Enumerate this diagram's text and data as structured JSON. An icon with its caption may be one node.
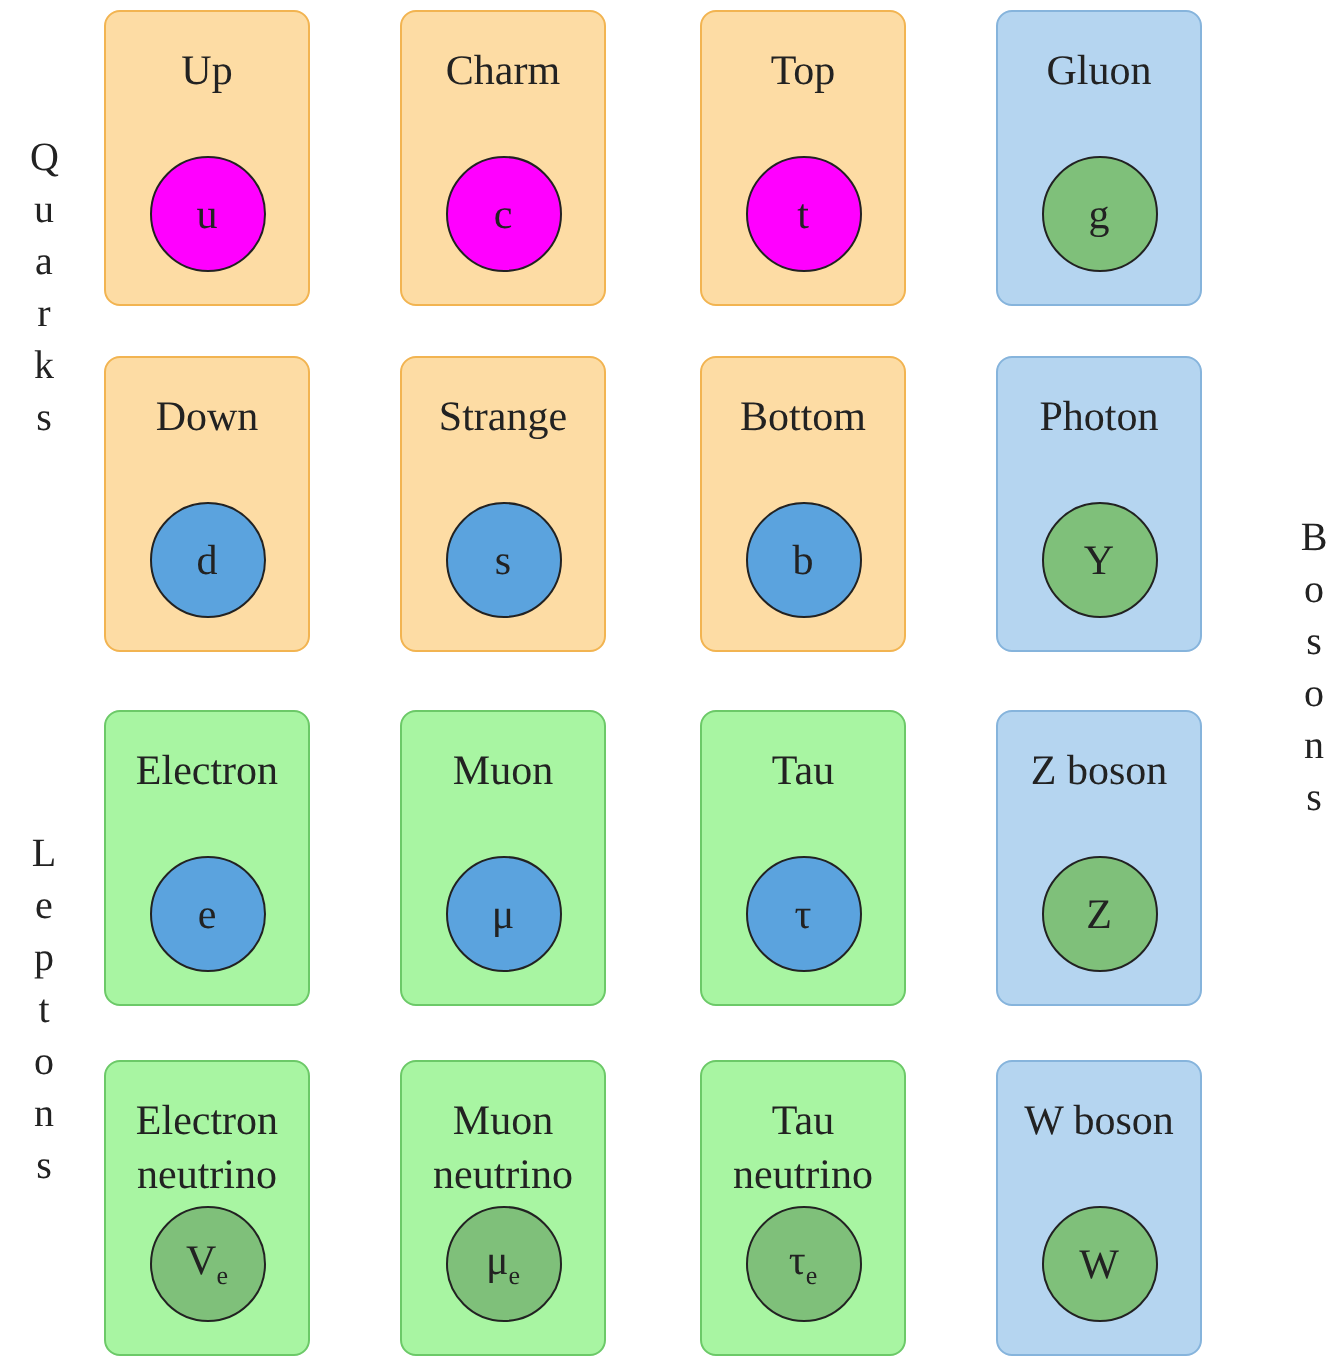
{
  "diagram": {
    "nodes": [
      {
        "text": [
          "Up"
        ]
      },
      {
        "text": [
          "u"
        ],
        "in": 0
      },
      {
        "text": [
          "Charm"
        ]
      },
      {
        "text": [
          "c"
        ],
        "in": 2
      },
      {
        "text": [
          "Top"
        ]
      },
      {
        "text": [
          "t"
        ],
        "in": 4
      },
      {
        "text": [
          "Gluon"
        ]
      },
      {
        "text": [
          "g"
        ],
        "in": 6
      },
      {
        "text": [
          "Down"
        ]
      },
      {
        "text": [
          "d"
        ],
        "in": 8
      },
      {
        "text": [
          "Strange"
        ]
      },
      {
        "text": [
          "s"
        ],
        "in": 10
      },
      {
        "text": [
          "Bottom"
        ]
      },
      {
        "text": [
          "b"
        ],
        "in": 12
      },
      {
        "text": [
          "Photon"
        ]
      },
      {
        "text": [
          "Y"
        ],
        "in": 14
      },
      {
        "text": [
          "Electron"
        ]
      },
      {
        "text": [
          "e"
        ],
        "in": 16
      },
      {
        "text": [
          "Muon"
        ]
      },
      {
        "text": [
          "μ"
        ],
        "in": 18
      },
      {
        "text": [
          "Tau"
        ]
      },
      {
        "text": [
          "τ"
        ],
        "in": 20
      },
      {
        "text": [
          "Z boson"
        ]
      },
      {
        "text": [
          "Z"
        ],
        "in": 22
      },
      {
        "text": [
          "Electron neutrino"
        ]
      },
      {
        "text": [
          "V$_{e}$"
        ],
        "in": 24
      },
      {
        "text": [
          "Muon neutrino"
        ]
      },
      {
        "text": [
          "μ$_{e}$"
        ],
        "in": 26
      },
      {
        "text": [
          "Tau neutrino"
        ]
      },
      {
        "text": [
          "τ$_{e}$"
        ],
        "in": 28
      },
      {
        "text": [
          "W boson"
        ]
      },
      {
        "text": [
          "W"
        ],
        "in": 30
      }
    ],
    "labels": [
      "Quarks",
      "Leptons",
      "Bosons"
    ]
  }
}
